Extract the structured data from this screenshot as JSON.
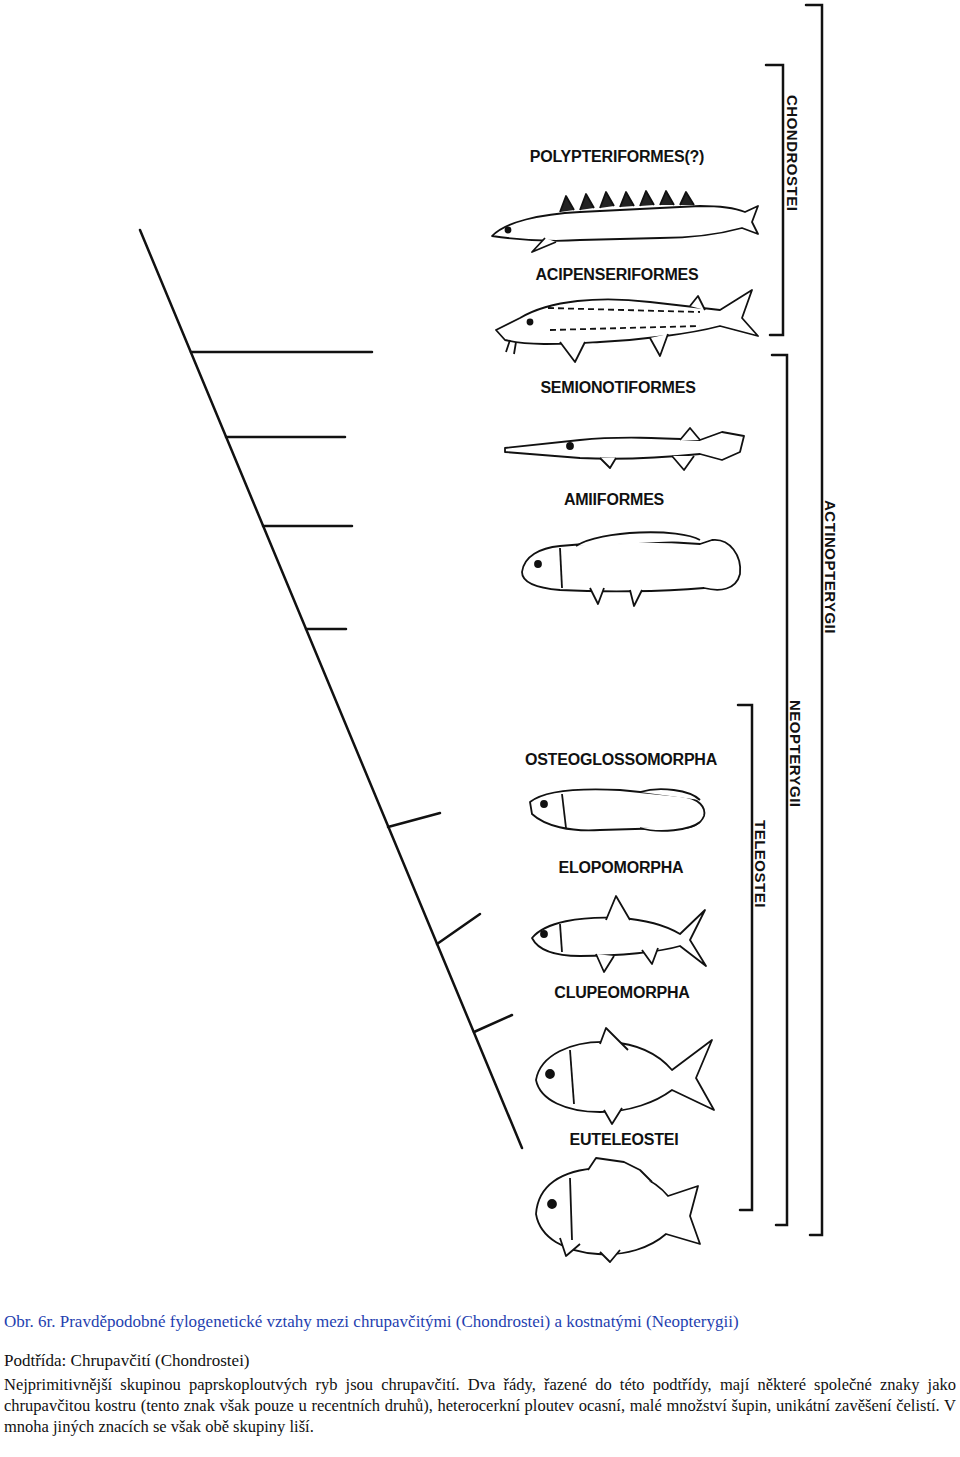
{
  "diagram": {
    "caption": "Obr. 6r. Pravděpodobné fylogenetické vztahy mezi chrupavčitými (Chondrostei) a kostnatými (Neopterygii)",
    "labels": [
      "POLYPTERIFORMES(?)",
      "ACIPENSERIFORMES",
      "SEMIONOTIFORMES",
      "AMIIFORMES",
      "OSTEOGLOSSOMORPHA",
      "ELOPOMORPHA",
      "CLUPEOMORPHA",
      "EUTELEOSTEI",
      "CHONDROSTEI",
      "ACTINOPTERYGII",
      "NEOPTERYGII",
      "TELEOSTEI",
      "Podtřída: Chrupavčití (Chondrostei)",
      "Nejprimitivnější skupinou paprskoploutvých ryb jsou chrupavčití. Dva řády, řazené do této podtřídy, mají některé společné znaky jako chrupavčitou kostru (tento znak však pouze u recentních druhů), heterocerkní ploutev ocasní, malé množství šupin, unikátní zavěšení čelistí. V mnoha jiných znacích se však obě skupiny liší."
    ]
  }
}
